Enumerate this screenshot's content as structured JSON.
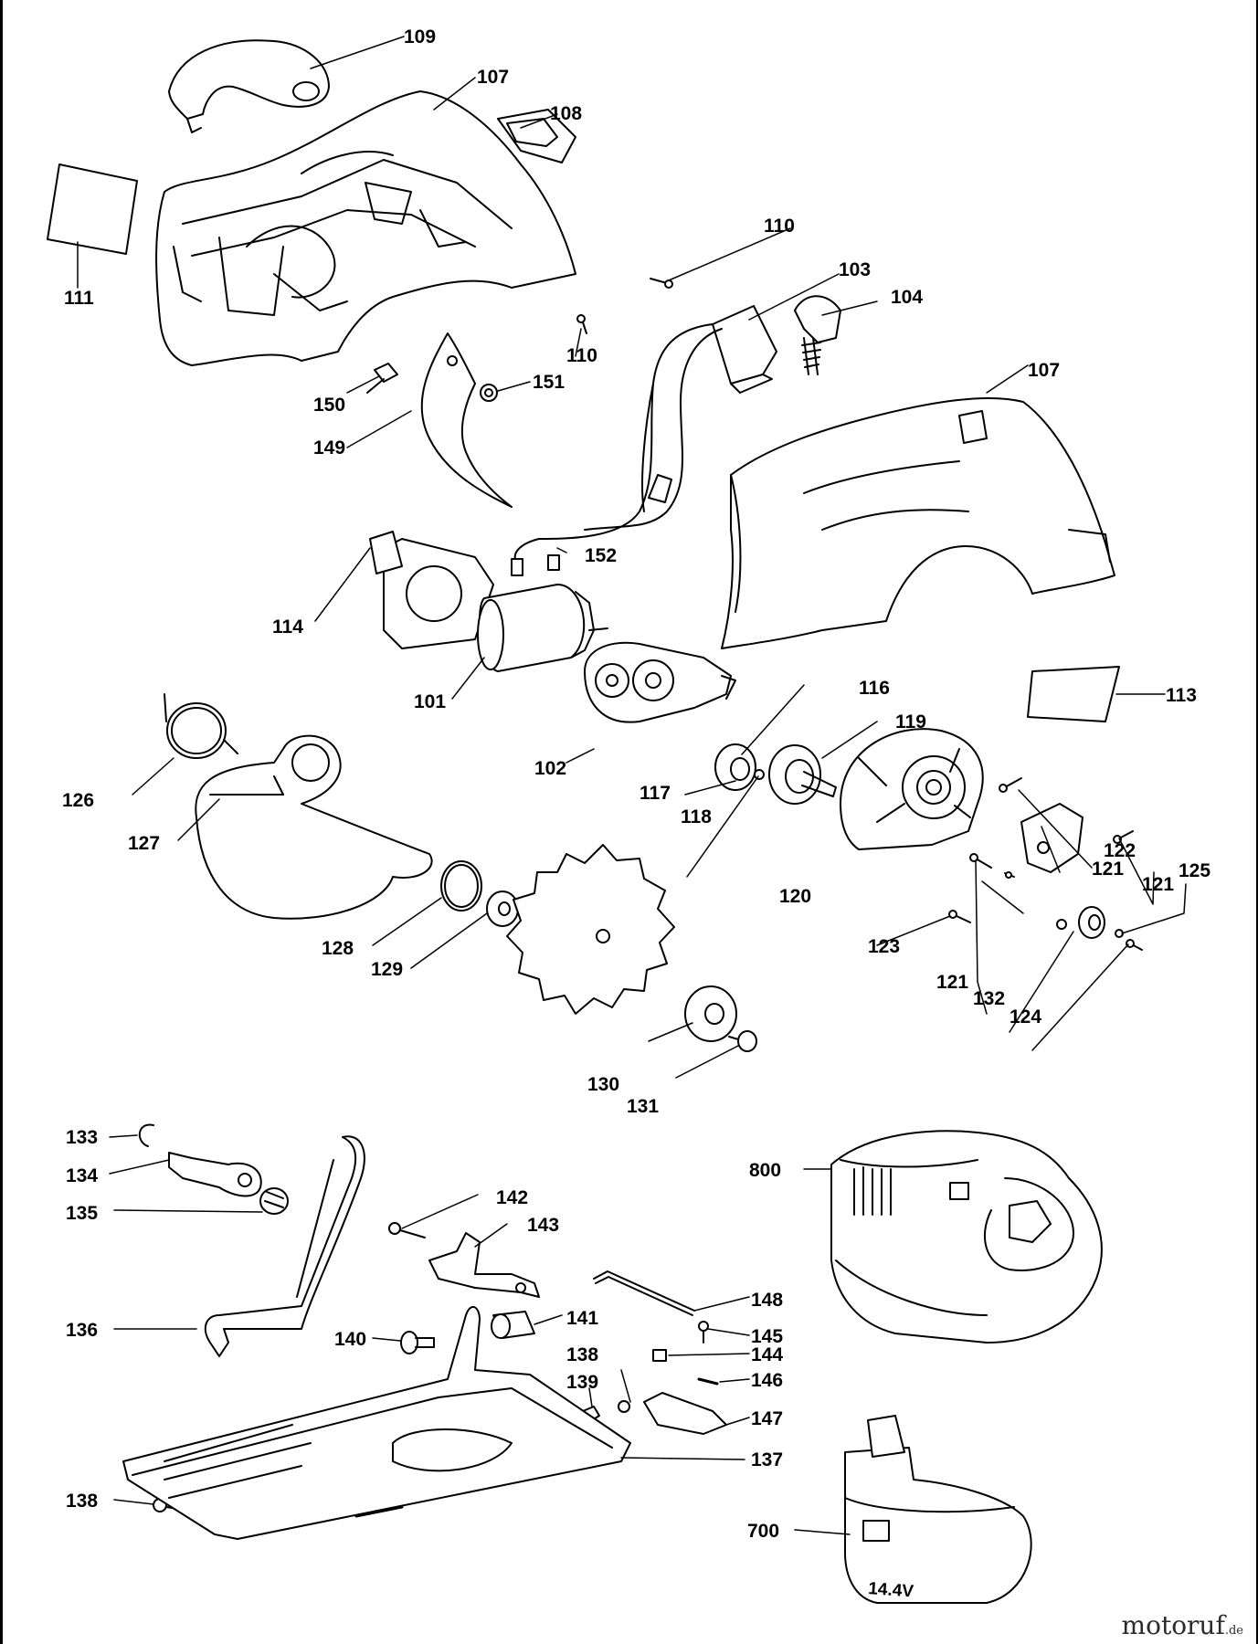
{
  "part_labels": {
    "p109": "109",
    "p107a": "107",
    "p108": "108",
    "p111": "111",
    "p110a": "110",
    "p110b": "110",
    "p103": "103",
    "p104": "104",
    "p107b": "107",
    "p150": "150",
    "p151": "151",
    "p149": "149",
    "p152": "152",
    "p114": "114",
    "p101": "101",
    "p113": "113",
    "p116": "116",
    "p119": "119",
    "p126": "126",
    "p102": "102",
    "p117": "117",
    "p118": "118",
    "p127": "127",
    "p121a": "121",
    "p122": "122",
    "p121b": "121",
    "p125": "125",
    "p120": "120",
    "p128": "128",
    "p123": "123",
    "p129": "129",
    "p121c": "121",
    "p132": "132",
    "p124": "124",
    "p130": "130",
    "p131": "131",
    "p133": "133",
    "p134": "134",
    "p135": "135",
    "p800": "800",
    "p142": "142",
    "p143": "143",
    "p148": "148",
    "p136": "136",
    "p141": "141",
    "p140": "140",
    "p145": "145",
    "p138a": "138",
    "p144": "144",
    "p139": "139",
    "p146": "146",
    "p147": "147",
    "p137": "137",
    "p138b": "138",
    "p700": "700"
  },
  "battery_voltage": "14.4V",
  "watermark": {
    "main": "motoruf",
    "suffix": ".de"
  }
}
